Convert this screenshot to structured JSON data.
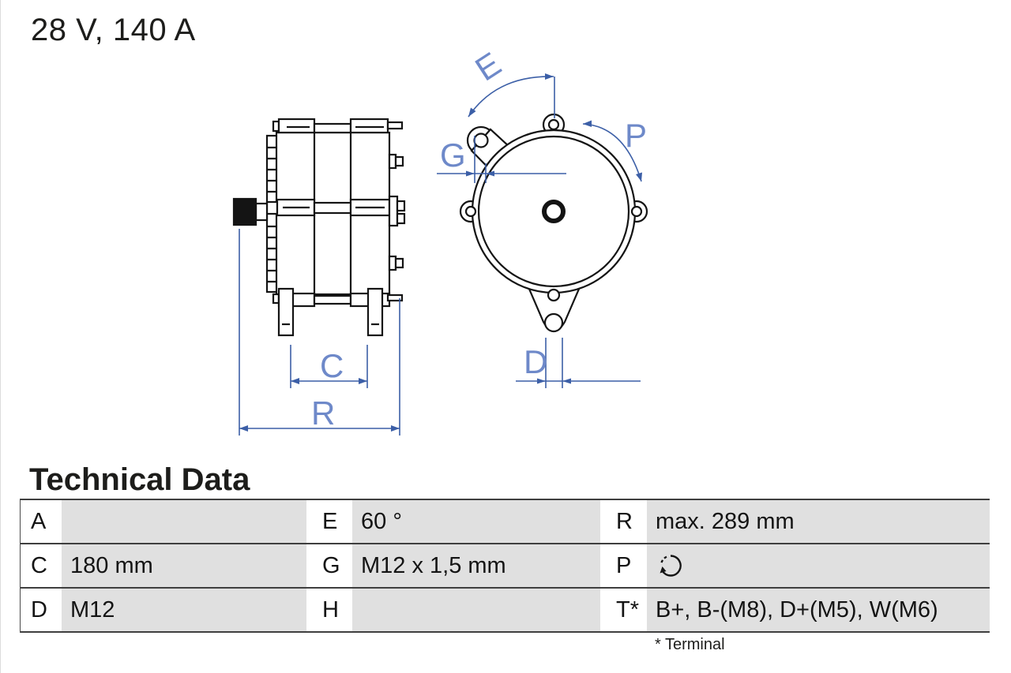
{
  "title": "28 V, 140 A",
  "diagram": {
    "dim_labels": {
      "E": "E",
      "G": "G",
      "P": "P",
      "C": "C",
      "R": "R",
      "D": "D"
    },
    "line_color": "#141414",
    "dimension_color": "#3c5fa7",
    "dim_label_color": "#6e89c9"
  },
  "technical_data": {
    "heading": "Technical Data",
    "rows": [
      [
        {
          "k": "A",
          "v": ""
        },
        {
          "k": "E",
          "v": "60 °"
        },
        {
          "k": "R",
          "v": "max. 289 mm"
        }
      ],
      [
        {
          "k": "C",
          "v": "180 mm"
        },
        {
          "k": "G",
          "v": "M12 x 1,5 mm"
        },
        {
          "k": "P",
          "v": "",
          "icon": "rotation-clockwise"
        }
      ],
      [
        {
          "k": "D",
          "v": "M12"
        },
        {
          "k": "H",
          "v": ""
        },
        {
          "k": "T*",
          "v": "B+, B-(M8), D+(M5), W(M6)"
        }
      ]
    ],
    "footnote": "* Terminal"
  },
  "icons": {
    "p_rotation": "rotation-clockwise-icon"
  }
}
